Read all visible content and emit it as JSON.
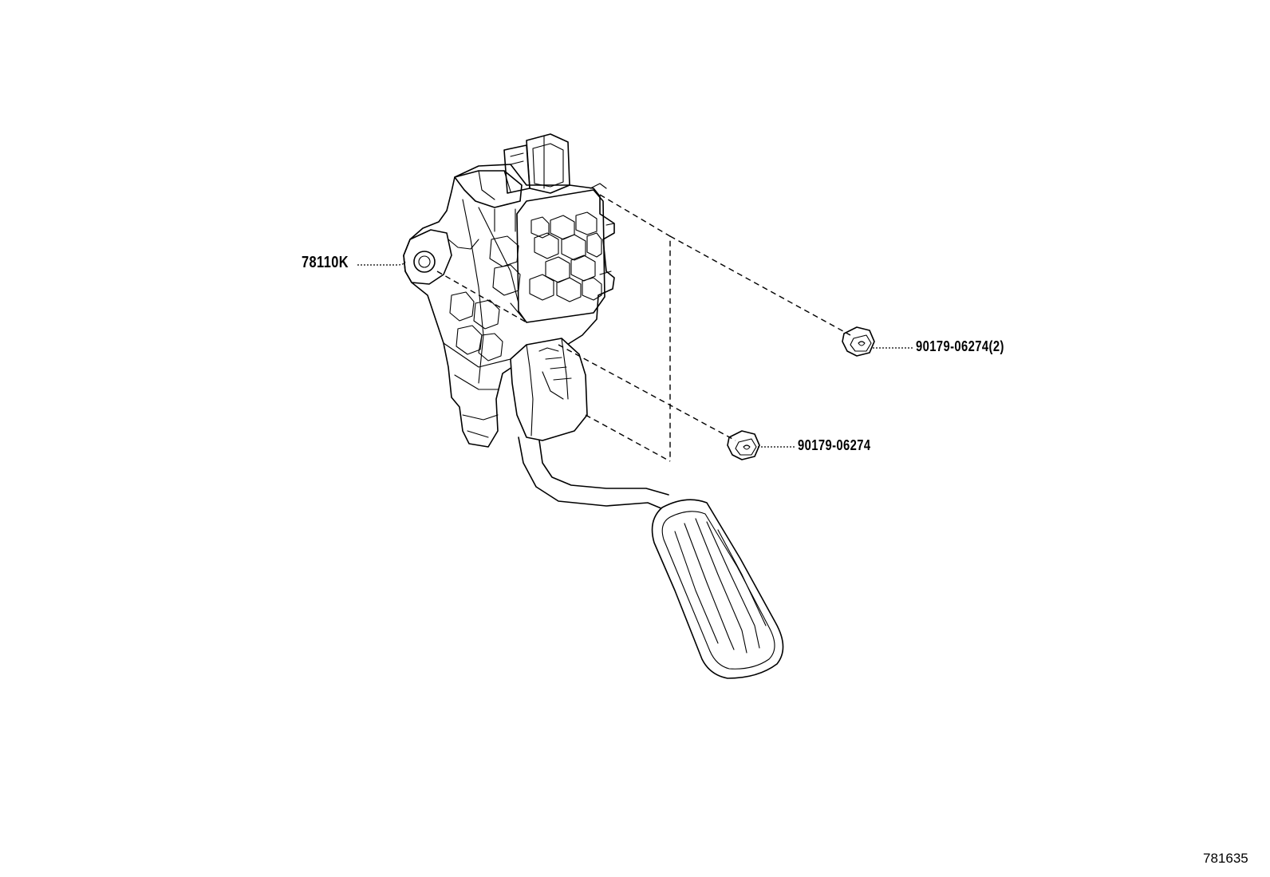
{
  "parts": {
    "pedal_assembly": {
      "part_no": "78110K"
    },
    "nut_upper": {
      "part_no": "90179-06274(2)"
    },
    "nut_lower": {
      "part_no": "90179-06274"
    }
  },
  "illustration_id": "781635"
}
